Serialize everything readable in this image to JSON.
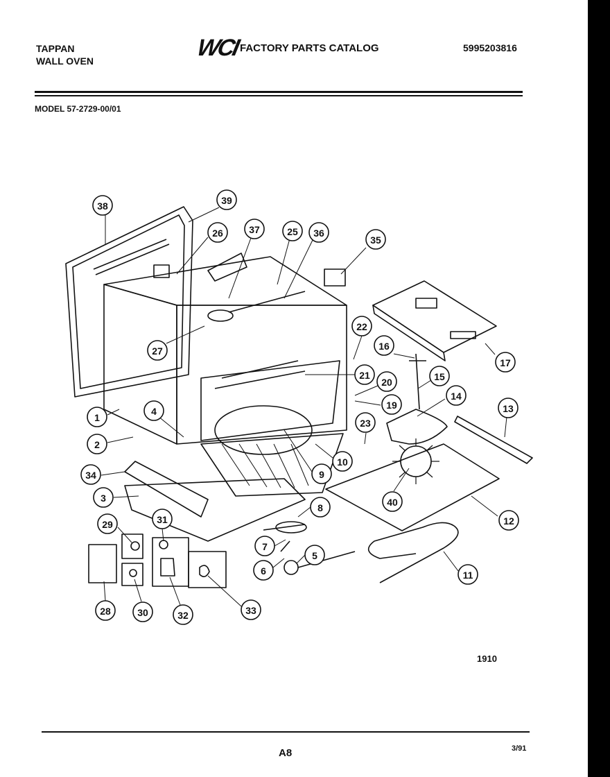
{
  "header": {
    "brand_line1": "TAPPAN",
    "brand_line2": "WALL OVEN",
    "logo_text": "WCI",
    "catalog_title": "FACTORY PARTS CATALOG",
    "catalog_number": "5995203816",
    "model": "MODEL 57-2729-00/01"
  },
  "footer": {
    "figure_number": "1910",
    "page_code": "A8",
    "date": "3/91"
  },
  "callouts": [
    "38",
    "39",
    "26",
    "37",
    "25",
    "36",
    "35",
    "22",
    "16",
    "17",
    "27",
    "21",
    "20",
    "15",
    "14",
    "13",
    "19",
    "23",
    "1",
    "4",
    "2",
    "10",
    "9",
    "40",
    "34",
    "12",
    "3",
    "8",
    "29",
    "31",
    "7",
    "5",
    "6",
    "11",
    "28",
    "30",
    "32",
    "33"
  ]
}
